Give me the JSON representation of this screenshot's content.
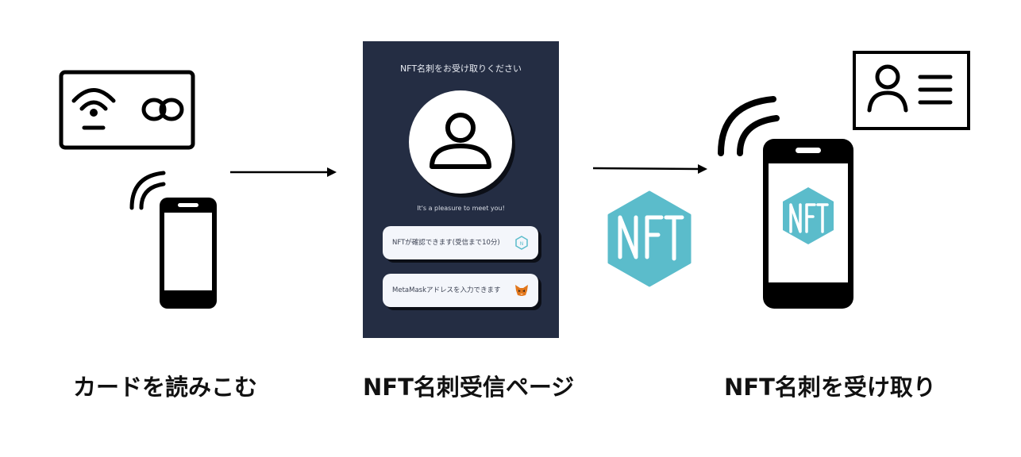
{
  "steps": [
    {
      "caption": "カードを読みこむ"
    },
    {
      "caption": "NFT名刺受信ページ"
    },
    {
      "caption": "NFT名刺を受け取り"
    }
  ],
  "page_screen": {
    "title": "NFT名刺をお受け取りください",
    "greeting": "It's a pleasure to meet you!",
    "buttons": [
      {
        "label": "NFTが確認できます(受信まで10分)",
        "icon": "nft-cube-icon"
      },
      {
        "label": "MetaMaskアドレスを入力できます",
        "icon": "metamask-fox-icon"
      }
    ]
  },
  "nft_logo_text": "NFT",
  "colors": {
    "panel": "#242d43",
    "nft_hex": "#5bbccb",
    "line": "#000000"
  }
}
